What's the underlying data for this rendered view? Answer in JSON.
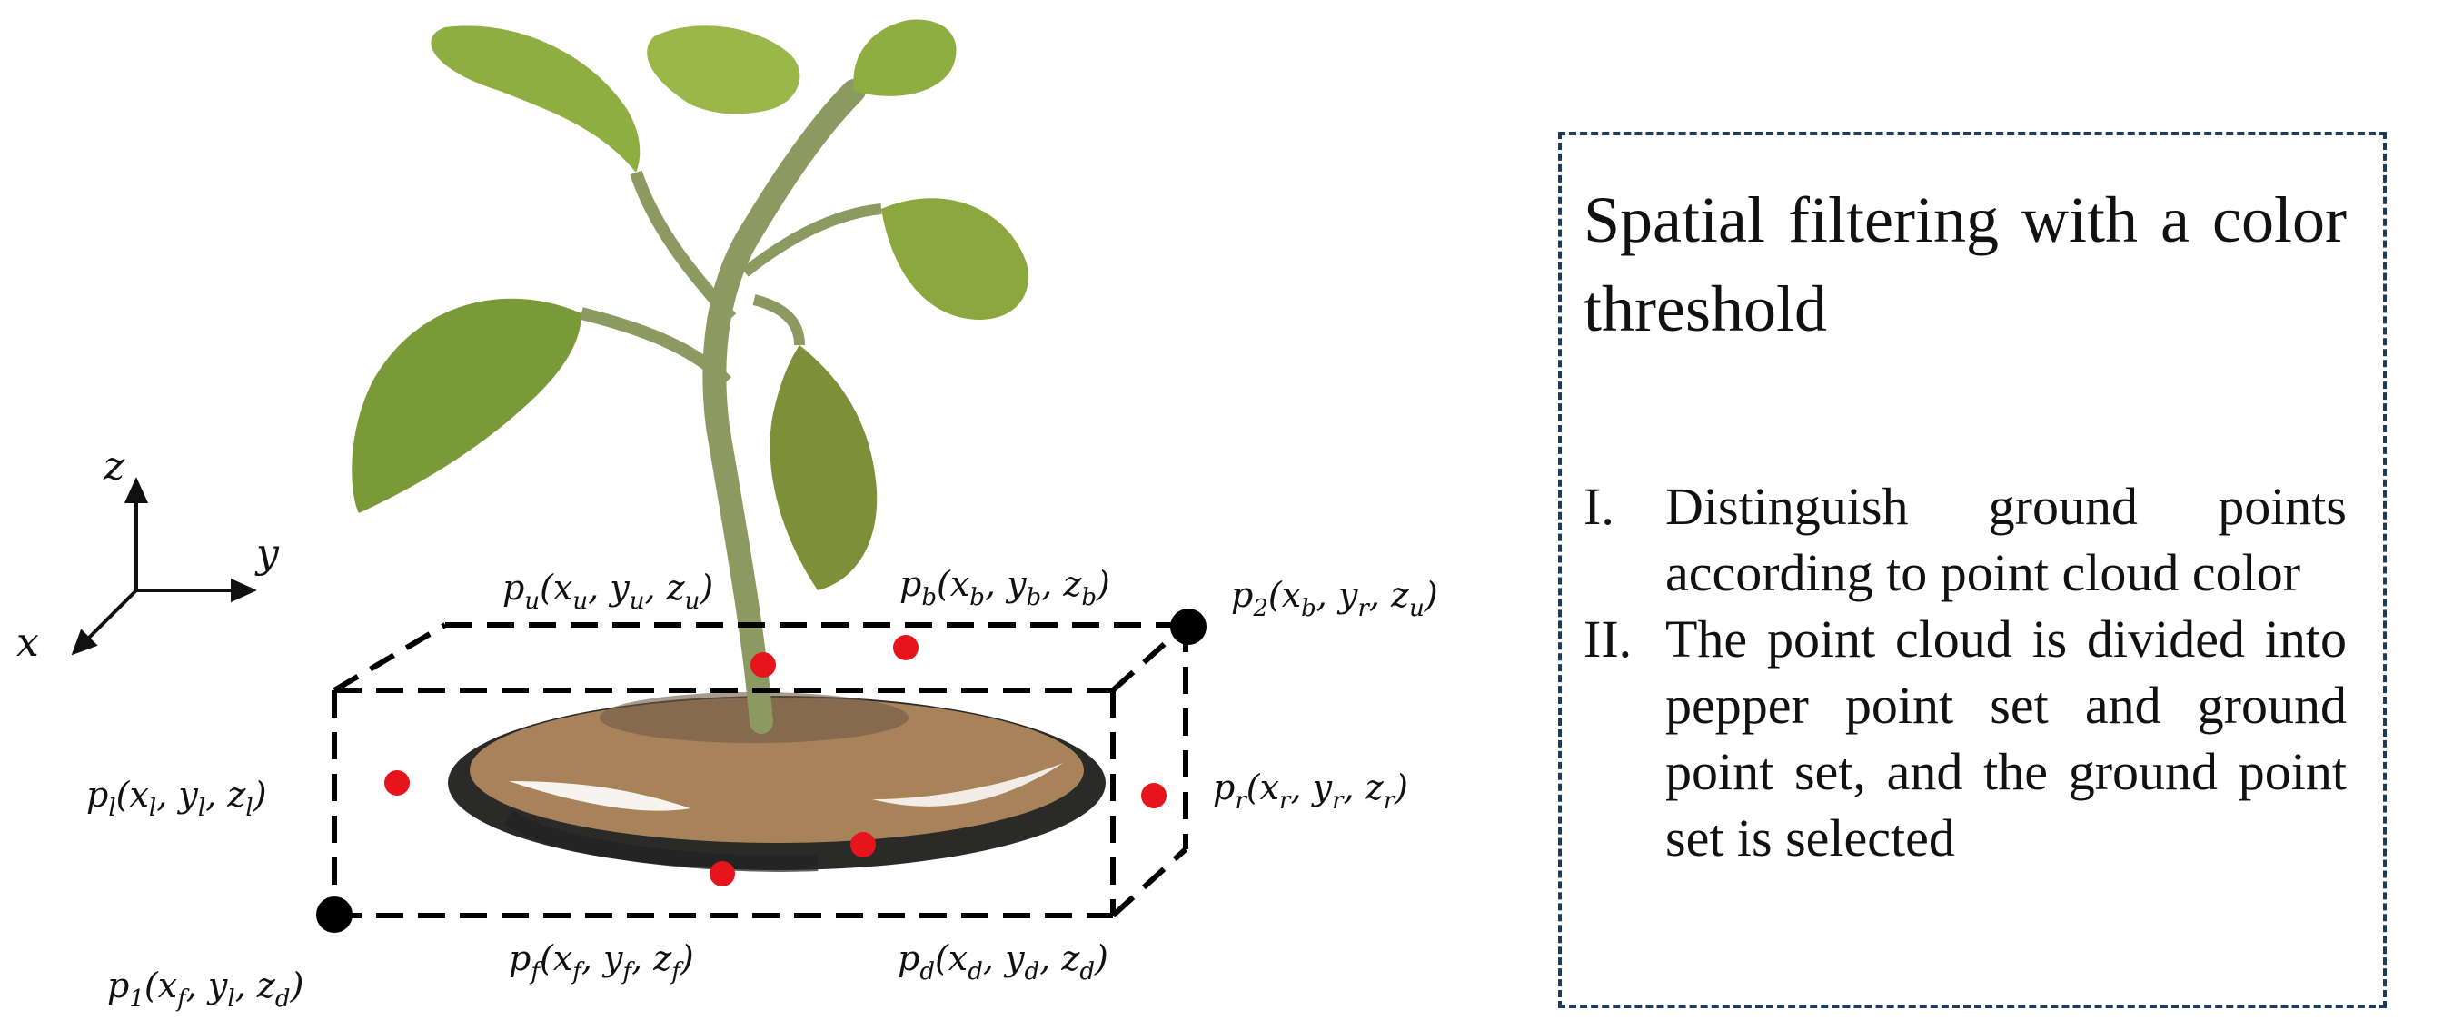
{
  "axes": {
    "z": "z",
    "y": "y",
    "x": "x"
  },
  "points": {
    "pu": {
      "base": "p",
      "sub": "u",
      "coords": "(x",
      "c1": "u",
      "c2": "y",
      "c2s": "u",
      "c3": "z",
      "c3s": "u"
    },
    "pb": {
      "base": "p",
      "sub": "b",
      "c1": "b",
      "c2s": "b",
      "c3s": "b"
    },
    "p2": {
      "base": "p",
      "sub": "2",
      "c1": "b",
      "c2s": "r",
      "c3s": "u"
    },
    "pl": {
      "base": "p",
      "sub": "l",
      "c1": "l",
      "c2s": "l",
      "c3s": "l"
    },
    "pr": {
      "base": "p",
      "sub": "r",
      "c1": "r",
      "c2s": "r",
      "c3s": "r"
    },
    "p1": {
      "base": "p",
      "sub": "1",
      "c1": "f",
      "c2s": "l",
      "c3s": "d"
    },
    "pf": {
      "base": "p",
      "sub": "f",
      "c1": "f",
      "c2s": "f",
      "c3s": "f"
    },
    "pd": {
      "base": "p",
      "sub": "d",
      "c1": "d",
      "c2s": "d",
      "c3s": "d"
    }
  },
  "labels": {
    "pu": "pu(xu, yu, zu)",
    "pb": "pb(xb, yb, zb)",
    "p2": "p2(xb, yr, zu)",
    "pl": "pl(xl, yl, zl)",
    "pr": "pr(xr, yr, zr)",
    "p1": "p1(xf, yl, zd)",
    "pf": "pf(xf, yf, zf)",
    "pd": "pd(xd, yd, zd)"
  },
  "panel": {
    "title": "Spatial filtering with a color threshold",
    "steps": [
      {
        "marker": "I.",
        "text": "Distinguish ground points according to point cloud color"
      },
      {
        "marker": "II.",
        "text": "The point cloud is divided into pepper point set and ground point set, and the ground point set is selected"
      }
    ]
  },
  "colors": {
    "marker_red": "#e8141b",
    "marker_black": "#000000",
    "leaf_green": "#7a9a3a",
    "soil": "#a8835a",
    "panel_border": "#1f3b5a"
  }
}
